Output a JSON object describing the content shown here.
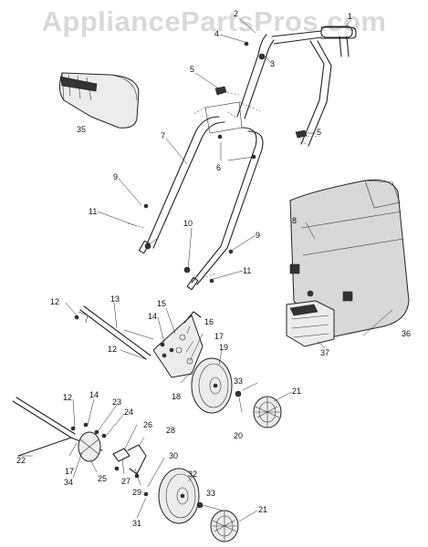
{
  "watermark": "AppliancePartsPros.com",
  "callouts": [
    {
      "id": "c1",
      "text": "1"
    },
    {
      "id": "c2",
      "text": "2"
    },
    {
      "id": "c3",
      "text": "3"
    },
    {
      "id": "c4",
      "text": "4"
    },
    {
      "id": "c5a",
      "text": "5"
    },
    {
      "id": "c5b",
      "text": "5"
    },
    {
      "id": "c6",
      "text": "6"
    },
    {
      "id": "c7",
      "text": "7"
    },
    {
      "id": "c8",
      "text": "8"
    },
    {
      "id": "c9a",
      "text": "9"
    },
    {
      "id": "c9b",
      "text": "9"
    },
    {
      "id": "c10",
      "text": "10"
    },
    {
      "id": "c11a",
      "text": "11"
    },
    {
      "id": "c11b",
      "text": "11"
    },
    {
      "id": "c12a",
      "text": "12"
    },
    {
      "id": "c12b",
      "text": "12"
    },
    {
      "id": "c12c",
      "text": "12"
    },
    {
      "id": "c13",
      "text": "13"
    },
    {
      "id": "c14a",
      "text": "14"
    },
    {
      "id": "c14b",
      "text": "14"
    },
    {
      "id": "c15",
      "text": "15"
    },
    {
      "id": "c16",
      "text": "16"
    },
    {
      "id": "c17a",
      "text": "17"
    },
    {
      "id": "c17b",
      "text": "17"
    },
    {
      "id": "c18",
      "text": "18"
    },
    {
      "id": "c19",
      "text": "19"
    },
    {
      "id": "c20",
      "text": "20"
    },
    {
      "id": "c21a",
      "text": "21"
    },
    {
      "id": "c21b",
      "text": "21"
    },
    {
      "id": "c22",
      "text": "22"
    },
    {
      "id": "c23",
      "text": "23"
    },
    {
      "id": "c24",
      "text": "24"
    },
    {
      "id": "c25",
      "text": "25"
    },
    {
      "id": "c26",
      "text": "26"
    },
    {
      "id": "c27",
      "text": "27"
    },
    {
      "id": "c28",
      "text": "28"
    },
    {
      "id": "c29",
      "text": "29"
    },
    {
      "id": "c30",
      "text": "30"
    },
    {
      "id": "c31",
      "text": "31"
    },
    {
      "id": "c32",
      "text": "32"
    },
    {
      "id": "c33a",
      "text": "33"
    },
    {
      "id": "c33b",
      "text": "33"
    },
    {
      "id": "c34",
      "text": "34"
    },
    {
      "id": "c35",
      "text": "35"
    },
    {
      "id": "c36",
      "text": "36"
    },
    {
      "id": "c37",
      "text": "37"
    }
  ]
}
